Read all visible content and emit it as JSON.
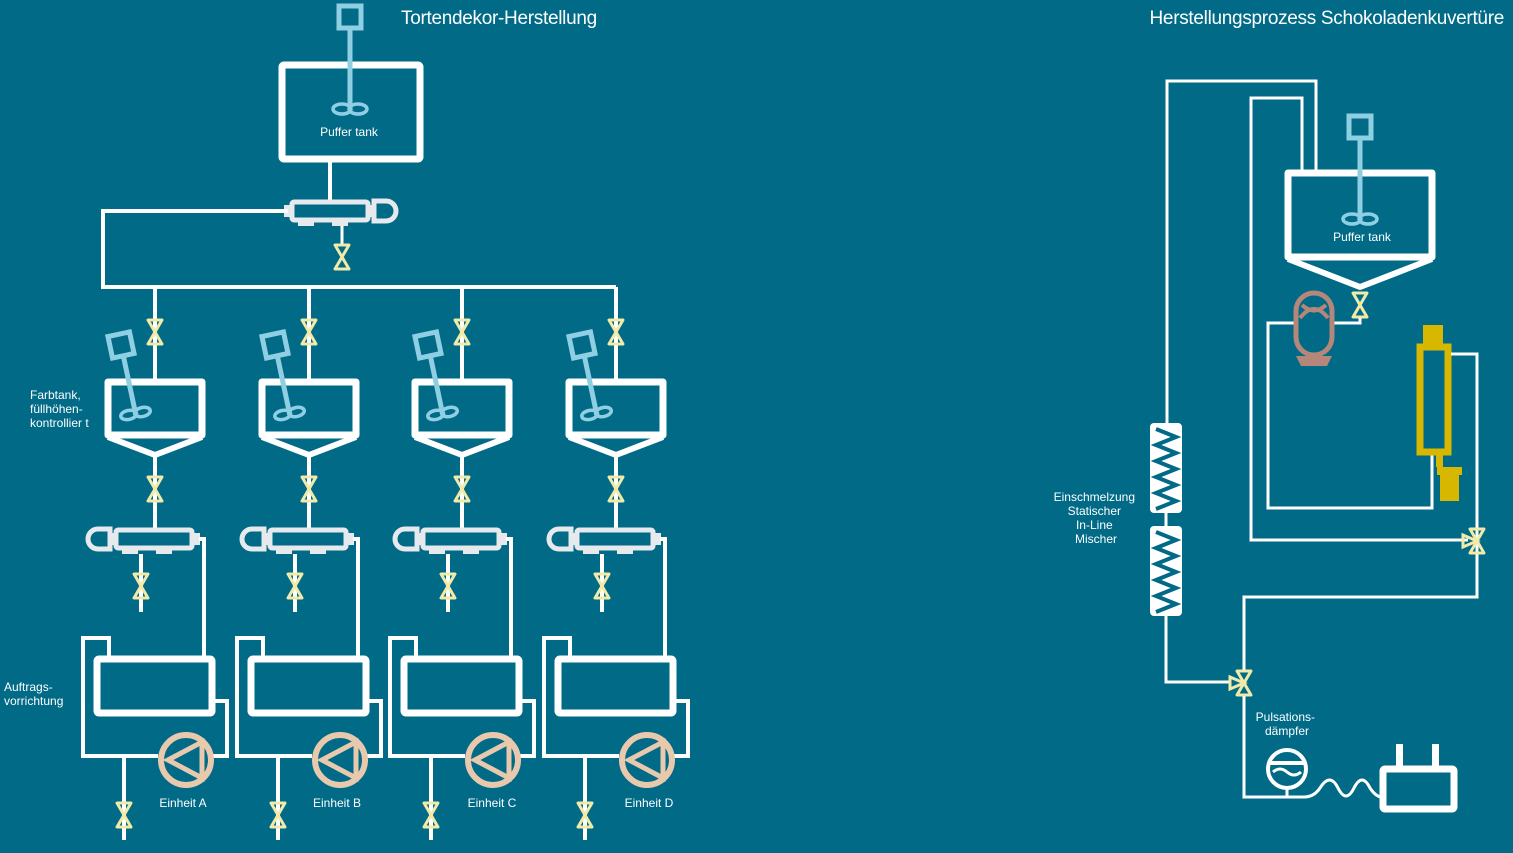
{
  "colors": {
    "background": "#006a87",
    "pipe": "#ffffff",
    "agitator": "#8fcfe3",
    "valve": "#f2eaa8",
    "pump": "#e8c9ad",
    "pump_brown": "#b5877a",
    "heat_exchanger": "#e6eaec",
    "filter_yellow": "#d8b700"
  },
  "left": {
    "title": "Tortendekor-Herstellung",
    "buffer_tank_label": "Puffer tank",
    "color_tank_label": [
      "Farbtank,",
      "füllhöhen-",
      "kontrollier t"
    ],
    "applicator_label": [
      "Auftrags-",
      "vorrichtung"
    ],
    "units": [
      {
        "label": "Einheit A"
      },
      {
        "label": "Einheit B"
      },
      {
        "label": "Einheit C"
      },
      {
        "label": "Einheit  D"
      }
    ]
  },
  "right": {
    "title": "Herstellungsprozess Schokoladenkuvertüre",
    "buffer_tank_label": "Puffer tank",
    "mixer_label": [
      "Einschmelzung",
      "Statischer",
      "In-Line",
      "Mischer"
    ],
    "damper_label": [
      "Pulsations-",
      "dämpfer"
    ]
  }
}
